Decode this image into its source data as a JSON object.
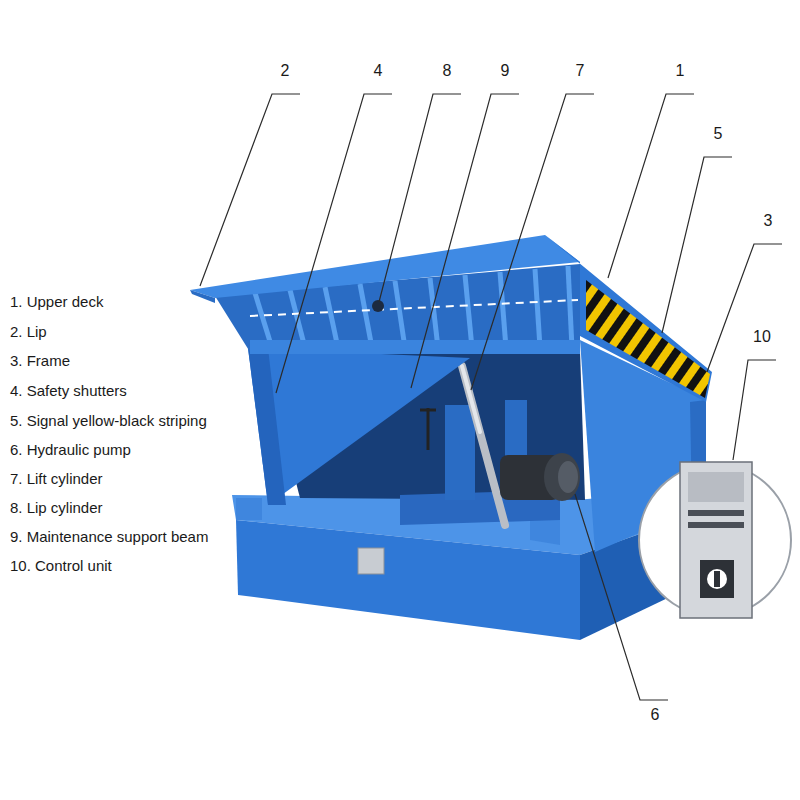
{
  "diagram": {
    "labels": [
      "2",
      "4",
      "8",
      "9",
      "7",
      "1",
      "5",
      "3",
      "10",
      "6",
      "1. Upper deck",
      "2. Lip",
      "3. Frame",
      "4. Safety shutters",
      "5. Signal yellow-black striping",
      "6. Hydraulic pump",
      "7. Lift cylinder",
      "8. Lip cylinder",
      "9. Maintenance support beam",
      "10. Control unit"
    ]
  }
}
